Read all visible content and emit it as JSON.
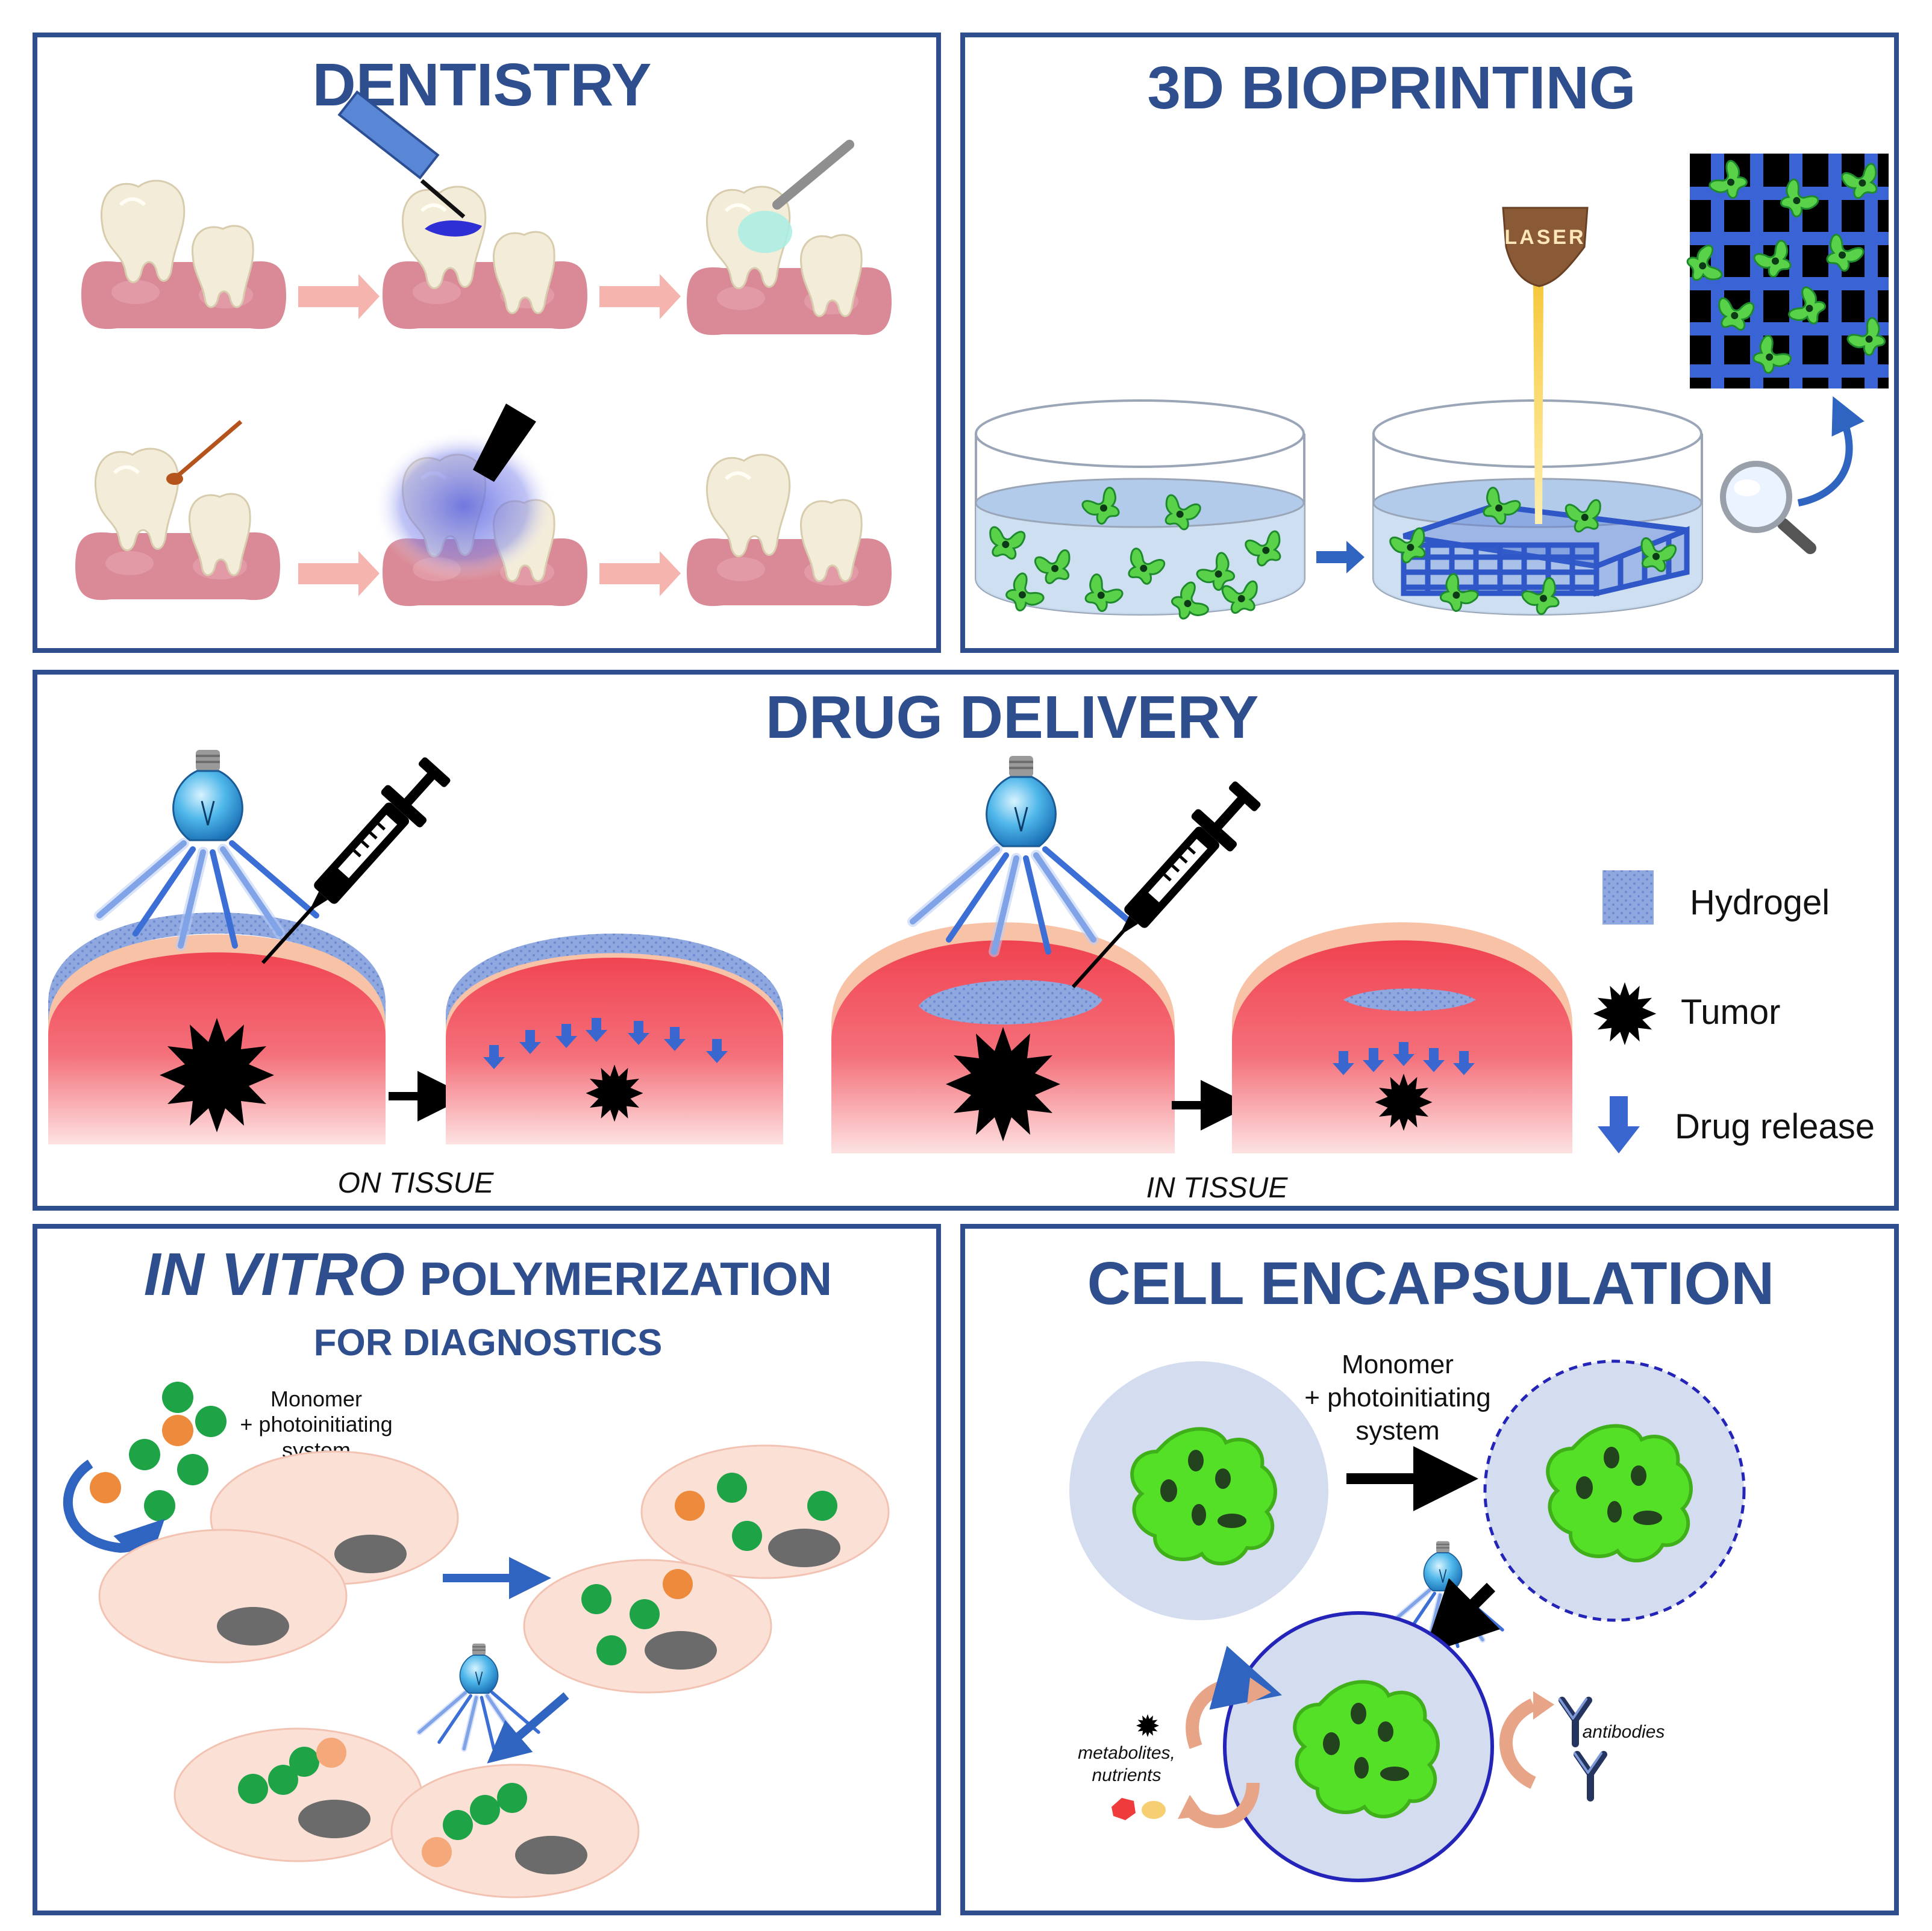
{
  "panels": {
    "dentistry": {
      "title": "DENTISTRY"
    },
    "bioprinting": {
      "title": "3D BIOPRINTING",
      "laser_label": "LASER"
    },
    "drug_delivery": {
      "title": "DRUG DELIVERY",
      "on_tissue_label": "ON TISSUE",
      "in_tissue_label": "IN TISSUE",
      "legend": {
        "hydrogel": "Hydrogel",
        "tumor": "Tumor",
        "drug_release": "Drug release"
      }
    },
    "in_vitro": {
      "title_italic": "IN VITRO",
      "title_rest": "POLYMERIZATION",
      "subtitle": "FOR DIAGNOSTICS",
      "monomer_line1": "Monomer",
      "monomer_line2": "+ photoinitiating",
      "monomer_line3": "system"
    },
    "cell_encapsulation": {
      "title": "CELL ENCAPSULATION",
      "monomer_line1": "Monomer",
      "monomer_line2": "+ photoinitiating",
      "monomer_line3": "system",
      "metabolites_line1": "metabolites,",
      "metabolites_line2": "nutrients",
      "antibodies": "antibodies"
    }
  },
  "colors": {
    "frame": "#2e4e8e",
    "title": "#2e4e8e",
    "hydrogel": "#8fa8e0",
    "tissue": "#f2545f",
    "skin": "#f8c2a6",
    "gum": "#d98a96",
    "tooth": "#f3ecd8",
    "cell_green": "#2ea84a",
    "orange_dot": "#ee8a3c",
    "arrow_pink": "#f5b5ae",
    "arrow_blue": "#2f64c0"
  },
  "icons": [
    "light-bulb-icon",
    "syringe-icon",
    "magnifier-icon",
    "tumor-icon",
    "antibody-icon",
    "laser-icon"
  ]
}
